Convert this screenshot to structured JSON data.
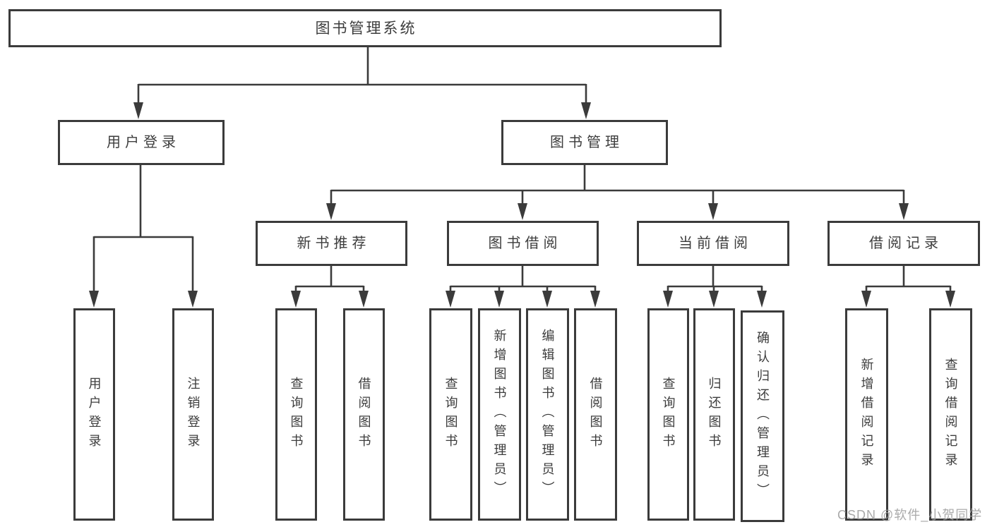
{
  "watermark": "CSDN @软件_小贺同学",
  "colors": {
    "line": "#3b3b3b",
    "box_border": "#3b3b3b",
    "text": "#3d3d3d",
    "watermark": "#9e9e9e",
    "background": "#ffffff"
  },
  "tree": {
    "label": "图书管理系统",
    "children": [
      {
        "label": "用户登录",
        "children": [
          {
            "label": "用户登录"
          },
          {
            "label": "注销登录"
          }
        ]
      },
      {
        "label": "图书管理",
        "children": [
          {
            "label": "新书推荐",
            "children": [
              {
                "label": "查询图书"
              },
              {
                "label": "借阅图书"
              }
            ]
          },
          {
            "label": "图书借阅",
            "children": [
              {
                "label": "查询图书"
              },
              {
                "label": "新增图书（管理员）"
              },
              {
                "label": "编辑图书（管理员）"
              },
              {
                "label": "借阅图书"
              }
            ]
          },
          {
            "label": "当前借阅",
            "children": [
              {
                "label": "查询图书"
              },
              {
                "label": "归还图书"
              },
              {
                "label": "确认归还（管理员）"
              }
            ]
          },
          {
            "label": "借阅记录",
            "children": [
              {
                "label": "新增借阅记录"
              },
              {
                "label": "查询借阅记录"
              }
            ]
          }
        ]
      }
    ]
  }
}
